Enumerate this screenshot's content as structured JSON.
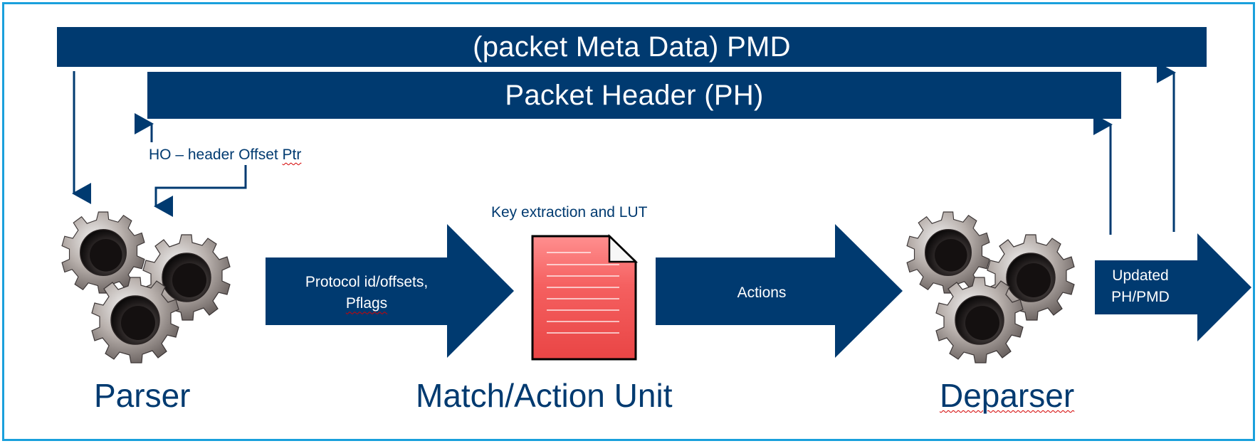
{
  "bars": {
    "pmd": "(packet Meta Data) PMD",
    "ph": "Packet Header (PH)"
  },
  "notes": {
    "ho_prefix": "HO – header Offset ",
    "ho_ptr": "Ptr",
    "key_extraction": "Key extraction and LUT"
  },
  "arrows": {
    "protocol_line1": "Protocol id/offsets,",
    "protocol_line2": "Pflags",
    "actions": "Actions",
    "updated_line1": "Updated",
    "updated_line2": "PH/PMD"
  },
  "stages": {
    "parser": "Parser",
    "match_action": "Match/Action Unit",
    "deparser": "Deparser"
  },
  "colors": {
    "navy": "#003a70",
    "frame": "#1aa0dc",
    "document_red": "#f05050"
  },
  "icons": [
    "gear-cluster-icon",
    "lookup-table-document-icon"
  ]
}
